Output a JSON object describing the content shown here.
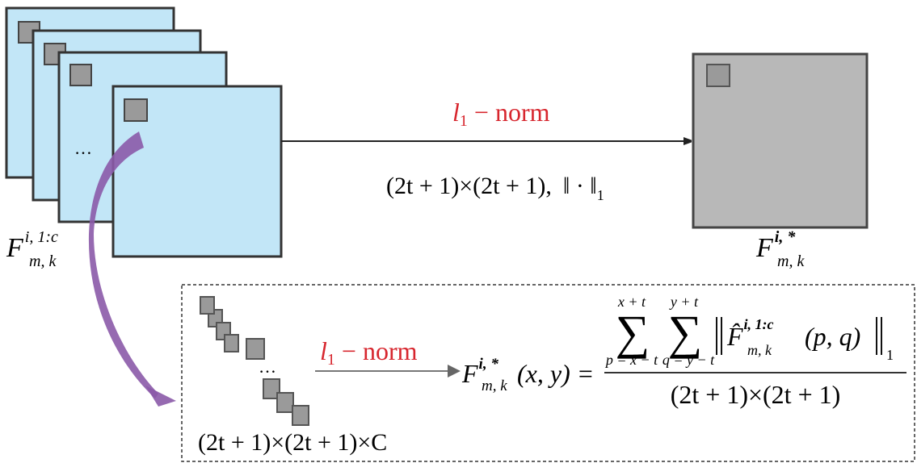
{
  "colors": {
    "feature_map": "#c2e6f7",
    "patch": "#9a9a9a",
    "output_map": "#b8b8b8",
    "accent_red": "#d7262e",
    "arrow_purple": "#8b5aa8"
  },
  "input_label": {
    "base": "F",
    "sup": "i, 1:c",
    "sub": "m, k"
  },
  "output_label": {
    "base": "F",
    "sup": "i, *",
    "sub": "m, k"
  },
  "ellipsis": "…",
  "top_arrow": {
    "norm_l": "l",
    "norm_sub": "1",
    "norm_rest": " − norm",
    "caption": "(2t + 1)×(2t + 1),",
    "norm_symbol": "‖ · ‖",
    "norm_symbol_sub": "1"
  },
  "detail": {
    "patch_size": "(2t + 1)×(2t + 1)×C",
    "norm_l": "l",
    "norm_sub": "1",
    "norm_rest": " − norm",
    "lhs_base": "F",
    "lhs_sup": "i, *",
    "lhs_sub": "m, k",
    "lhs_args": "(x, y) =",
    "sum1_top": "x + t",
    "sum1_bottom": "p = x − t",
    "sum2_top": "y + t",
    "sum2_bottom": "q = y − t",
    "sigma": "∑",
    "term_base": "F̂",
    "term_sup": "i, 1:c",
    "term_sub": "m, k",
    "term_args": "(p, q)",
    "term_norm_sub": "1",
    "denominator": "(2t + 1)×(2t + 1)"
  }
}
